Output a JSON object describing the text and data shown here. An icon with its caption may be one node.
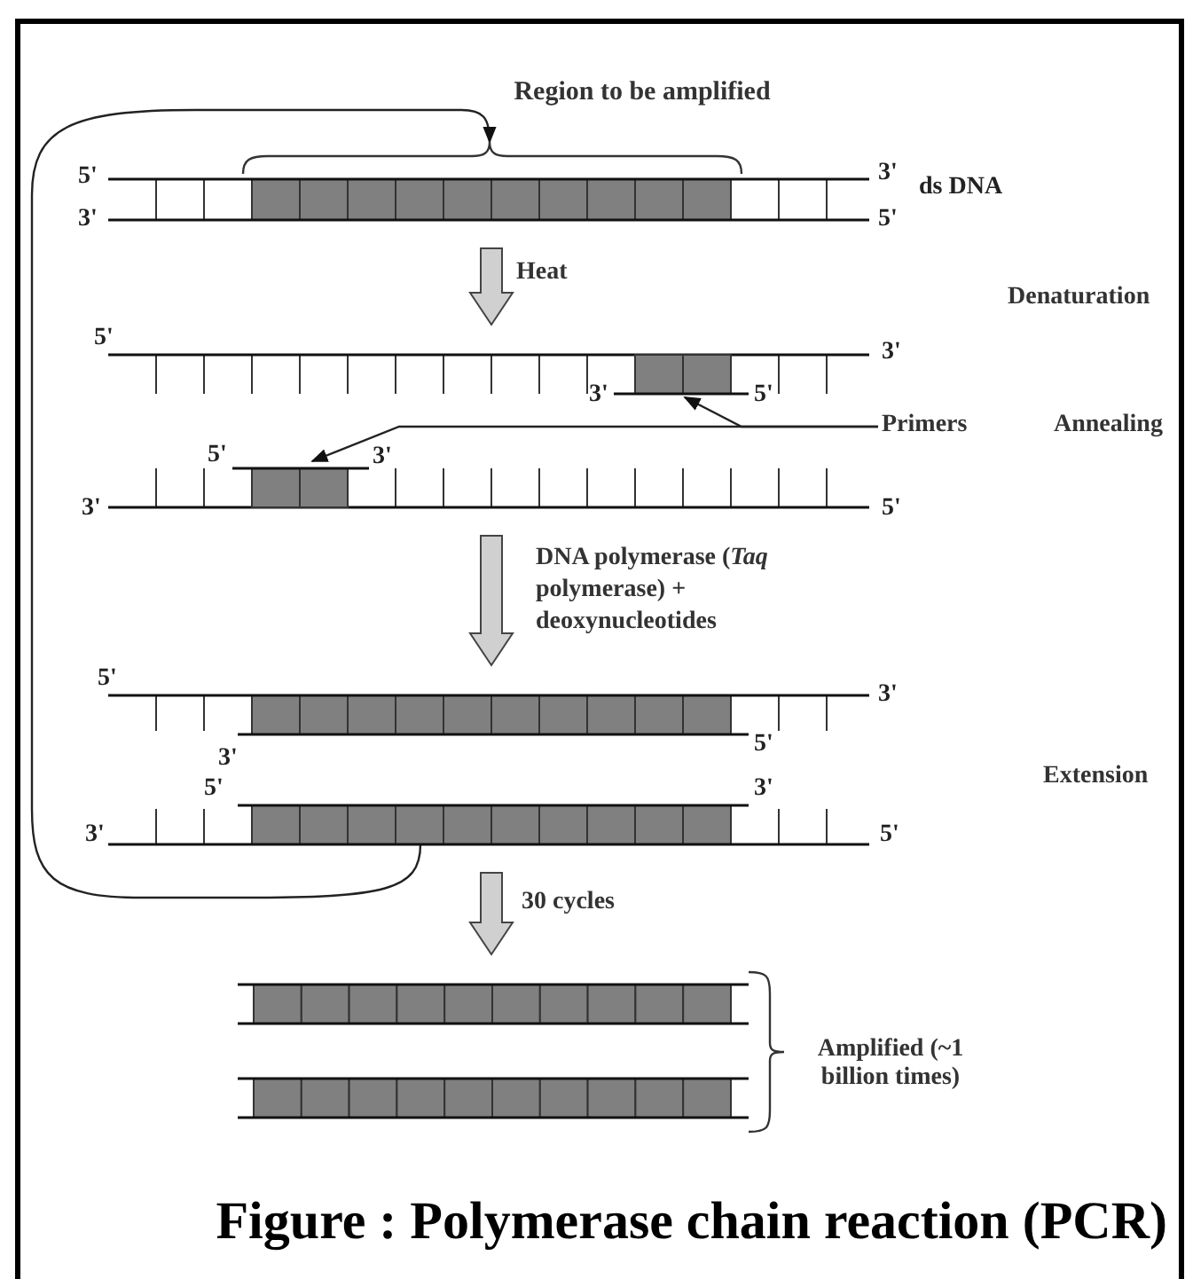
{
  "diagram": {
    "caption": "Figure : Polymerase chain reaction (PCR)",
    "nodes": [
      {
        "text": [],
        "shape": "bar",
        "beside": [
          "5'",
          "3'",
          "3'",
          "5'",
          "ds DNA"
        ]
      },
      {
        "text": [],
        "shape": "bar",
        "beside": [
          "5'",
          "3'"
        ]
      },
      {
        "text": [],
        "shape": "bar",
        "in": 1,
        "beside": [
          "3'",
          "5'"
        ]
      },
      {
        "text": [],
        "shape": "bar",
        "in": 4,
        "beside": [
          "5'",
          "3'"
        ]
      },
      {
        "text": [],
        "shape": "bar",
        "beside": [
          "3'",
          "5'"
        ]
      },
      {
        "text": [
          "Primers"
        ]
      },
      {
        "text": [],
        "shape": "bar",
        "beside": [
          "5'",
          "3'",
          "3'",
          "5'"
        ]
      },
      {
        "text": [],
        "shape": "bar",
        "beside": [
          "5'",
          "3'",
          "3'",
          "5'"
        ]
      },
      {
        "text": [],
        "shape": "bar"
      },
      {
        "text": [],
        "shape": "bar"
      },
      {
        "text": [],
        "shape": "bracket"
      }
    ],
    "edges": [
      {
        "from": 0,
        "to": 1,
        "arrow": "to",
        "label": "Heat",
        "style": "thick"
      },
      {
        "from": 4,
        "to": 6,
        "arrow": "to",
        "label": "DNA polymerase (*Taq* polymerase) + deoxynucleotides",
        "style": "thick"
      },
      {
        "from": 7,
        "to": 8,
        "arrow": "to",
        "label": "30 cycles",
        "style": "thick"
      },
      {
        "from": 5,
        "to": 2,
        "arrow": "to"
      },
      {
        "from": 5,
        "to": 3,
        "arrow": "to"
      },
      {
        "from": 7,
        "to": 10,
        "arrow": "to"
      }
    ],
    "labels": [
      "Region to be amplified",
      "Denaturation",
      "Annealing",
      "Extension",
      "Amplified (~1 billion times)"
    ]
  }
}
